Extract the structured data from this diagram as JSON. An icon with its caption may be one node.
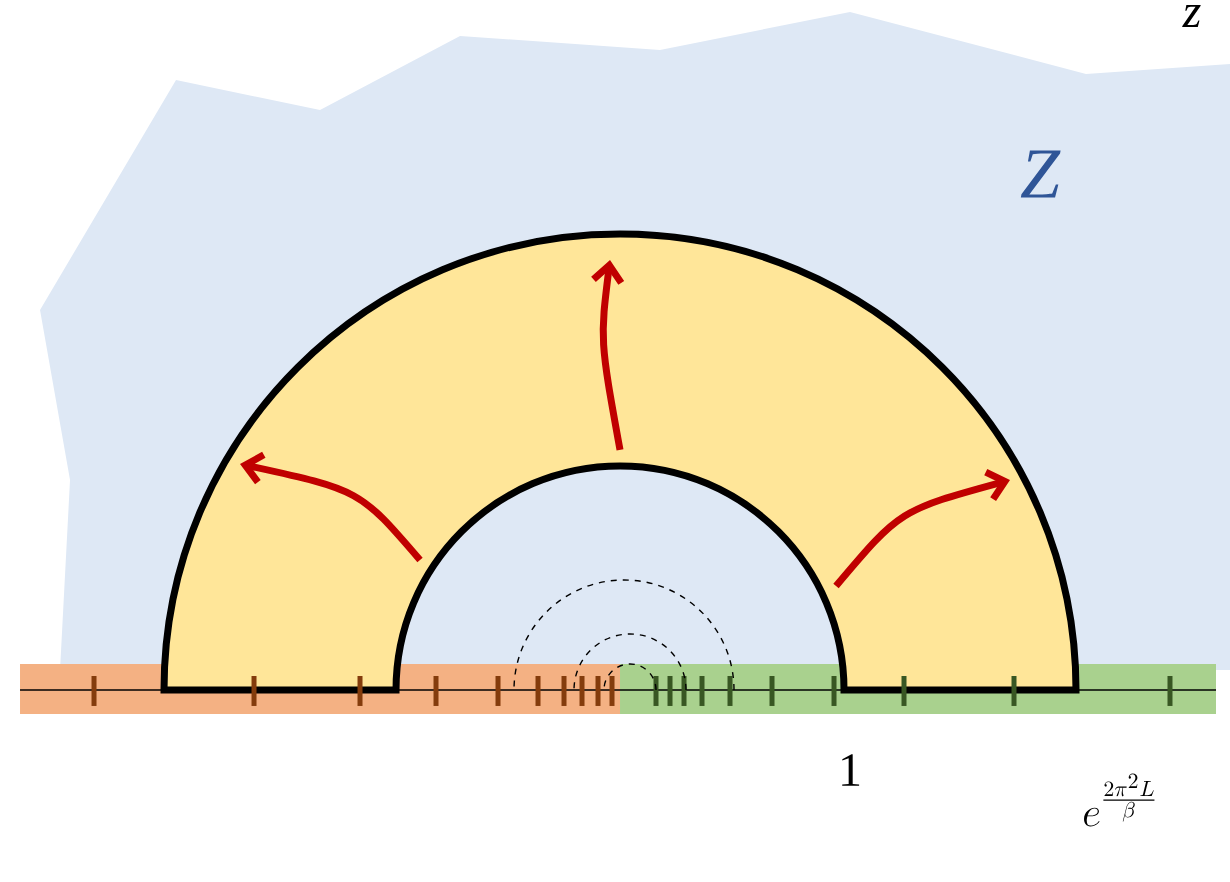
{
  "diagram": {
    "labels": [
      "z",
      "Z",
      "1",
      "e^{\\frac{2\\pi^2 L}{\\beta}}"
    ]
  }
}
